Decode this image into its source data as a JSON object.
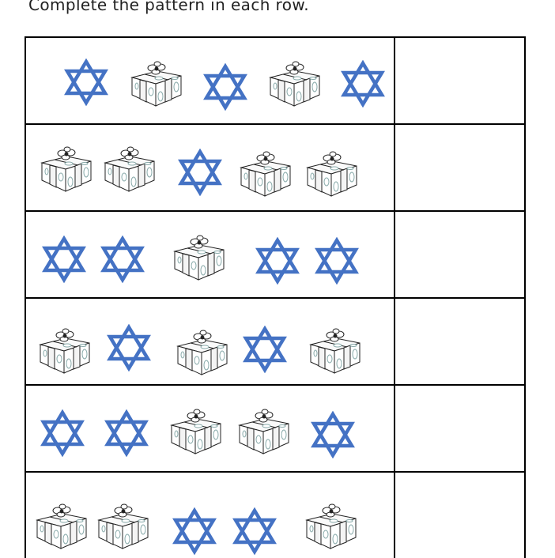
{
  "worksheet": {
    "instruction": "Complete the pattern in each row.",
    "star_color": "#4472C4",
    "rows": [
      {
        "items": [
          "star",
          "gift",
          "star",
          "gift",
          "star"
        ],
        "x": [
          46,
          130,
          222,
          305,
          396
        ],
        "y": [
          28,
          30,
          34,
          30,
          30
        ]
      },
      {
        "items": [
          "gift",
          "gift",
          "star",
          "gift",
          "gift"
        ],
        "x": [
          16,
          96,
          190,
          268,
          352
        ],
        "y": [
          28,
          28,
          32,
          34,
          34
        ]
      },
      {
        "items": [
          "star",
          "star",
          "gift",
          "star",
          "star"
        ],
        "x": [
          18,
          92,
          184,
          288,
          363
        ],
        "y": [
          32,
          32,
          30,
          34,
          34
        ]
      },
      {
        "items": [
          "gift",
          "star",
          "gift",
          "star",
          "gift"
        ],
        "x": [
          14,
          100,
          188,
          272,
          356
        ],
        "y": [
          38,
          34,
          40,
          36,
          38
        ]
      },
      {
        "items": [
          "star",
          "star",
          "gift",
          "gift",
          "star"
        ],
        "x": [
          16,
          97,
          180,
          266,
          358
        ],
        "y": [
          32,
          32,
          30,
          30,
          34
        ]
      },
      {
        "items": [
          "gift",
          "gift",
          "star",
          "star",
          "gift"
        ],
        "x": [
          10,
          88,
          183,
          259,
          351
        ],
        "y": [
          40,
          40,
          46,
          46,
          40
        ]
      }
    ],
    "answer_cells": [
      "",
      "",
      "",
      "",
      "",
      ""
    ]
  }
}
